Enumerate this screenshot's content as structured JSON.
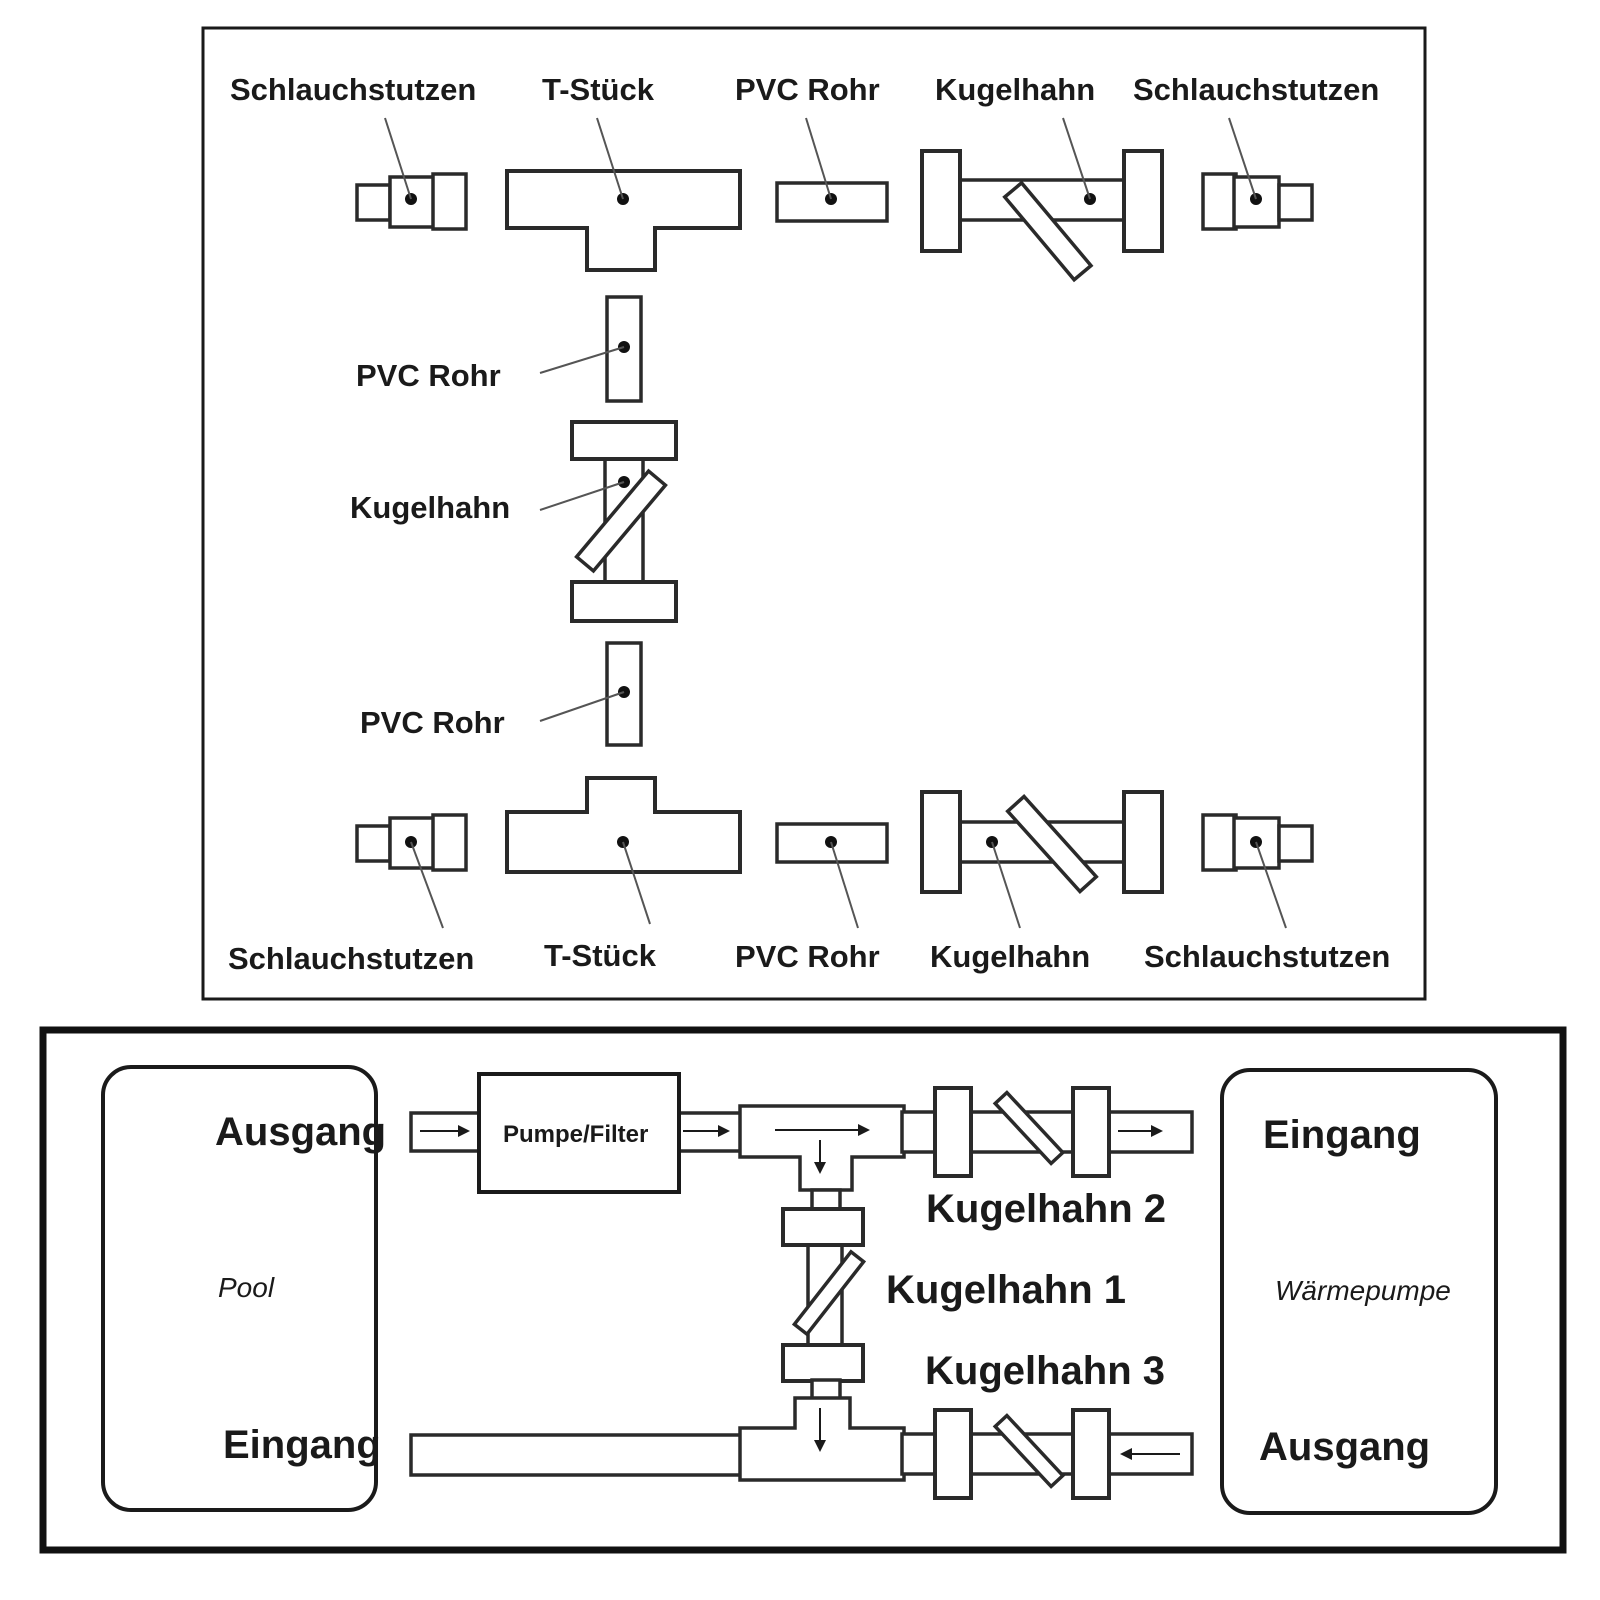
{
  "top_diagram": {
    "row1_labels": [
      "Schlauchstutzen",
      "T-Stück",
      "PVC Rohr",
      "Kugelhahn",
      "Schlauchstutzen"
    ],
    "vertical_labels": [
      "PVC Rohr",
      "Kugelhahn",
      "PVC Rohr"
    ],
    "row2_labels": [
      "Schlauchstutzen",
      "T-Stück",
      "PVC Rohr",
      "Kugelhahn",
      "Schlauchstutzen"
    ]
  },
  "bottom_diagram": {
    "pool": {
      "outlet": "Ausgang",
      "name": "Pool",
      "inlet": "Eingang"
    },
    "heat_pump": {
      "inlet": "Eingang",
      "name": "Wärmepumpe",
      "outlet": "Ausgang"
    },
    "pump_filter": "Pumpe/Filter",
    "valves": [
      "Kugelhahn 2",
      "Kugelhahn 1",
      "Kugelhahn 3"
    ]
  }
}
